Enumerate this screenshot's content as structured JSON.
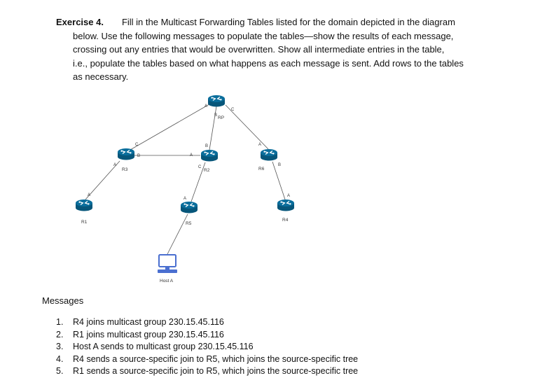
{
  "exercise": {
    "title": "Exercise 4.",
    "lines": [
      "Fill in the Multicast Forwarding Tables listed for the domain depicted in the diagram",
      "below. Use the following messages to populate the tables—show the results of each message,",
      "crossing out any entries that would be overwritten. Show all intermediate entries in the table,",
      "i.e., populate the tables based on what happens as each message is sent. Add rows to the tables",
      "as necessary."
    ]
  },
  "diagram": {
    "routers": {
      "rp": "RP",
      "r2": "R2",
      "r3": "R3",
      "r6": "R6",
      "r1": "R1",
      "r5": "R5",
      "r4": "R4"
    },
    "host": "Host A",
    "ports": {
      "rp_a": "A",
      "rp_b": "B",
      "rp_c": "C",
      "r3_a": "A",
      "r3_b": "B",
      "r3_c": "C",
      "r2_a": "A",
      "r2_b": "B",
      "r2_c": "C",
      "r6_a": "A",
      "r6_b": "B",
      "r1_a": "A",
      "r5_a": "A",
      "r4_a": "A"
    }
  },
  "messages": {
    "heading": "Messages",
    "items": [
      {
        "num": "1.",
        "text": "R4 joins multicast group 230.15.45.116"
      },
      {
        "num": "2.",
        "text": "R1 joins multicast group 230.15.45.116"
      },
      {
        "num": "3.",
        "text": "Host A sends to multicast group 230.15.45.116"
      },
      {
        "num": "4.",
        "text": "R4 sends a source-specific join to R5, which joins the source-specific tree"
      },
      {
        "num": "5.",
        "text": "R1 sends a source-specific join to R5, which joins the source-specific tree"
      }
    ]
  },
  "colors": {
    "router": "#0a6e9c",
    "router_dark": "#07567a",
    "host": "#4a6fd0",
    "link": "#555555"
  }
}
